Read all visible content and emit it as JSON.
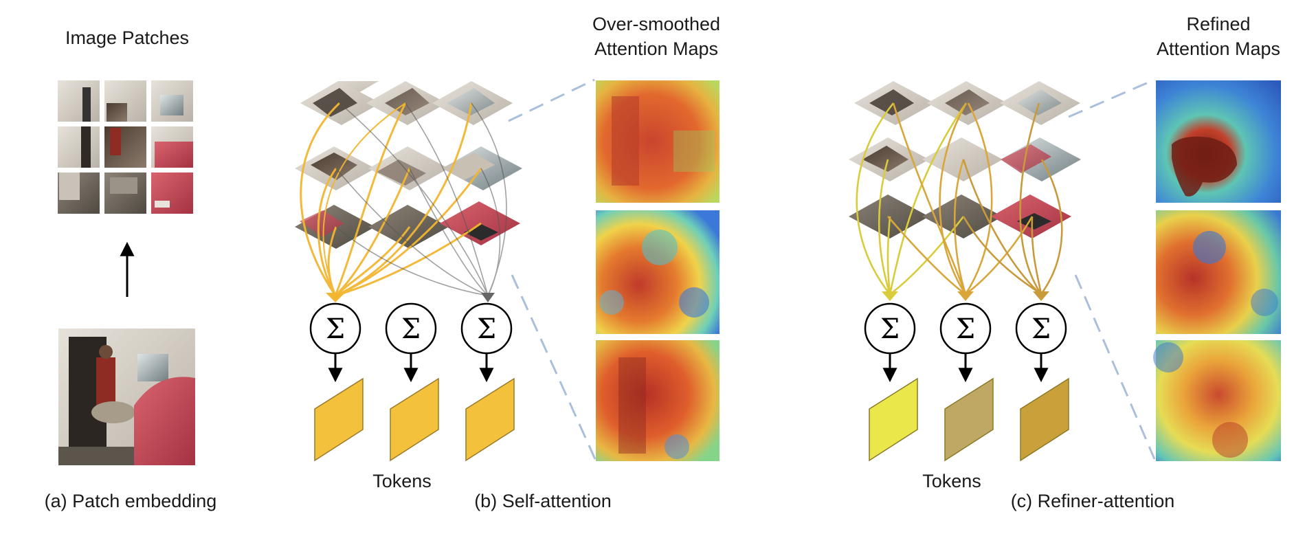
{
  "panel_a": {
    "title": "Image Patches",
    "caption": "(a) Patch embedding"
  },
  "panel_b": {
    "maps_title_line1": "Over-smoothed",
    "maps_title_line2": "Attention Maps",
    "tokens_label": "Tokens",
    "caption": "(b) Self-attention",
    "sum_symbol": "Σ",
    "token_colors": [
      "#f4c13d",
      "#f4c13d",
      "#f4c13d"
    ]
  },
  "panel_c": {
    "maps_title_line1": "Refined",
    "maps_title_line2": "Attention Maps",
    "tokens_label": "Tokens",
    "caption": "(c) Refiner-attention",
    "sum_symbol": "Σ",
    "token_colors": [
      "#eae74a",
      "#bfa863",
      "#c9a03a"
    ]
  },
  "colors": {
    "attention_strong": "#f2b630",
    "attention_weak": "#555555",
    "refiner_arrow_1": "#d8cc3a",
    "refiner_arrow_2": "#d9a63a",
    "refiner_arrow_3": "#c99a3a",
    "dashed_line": "#aabfdc"
  }
}
